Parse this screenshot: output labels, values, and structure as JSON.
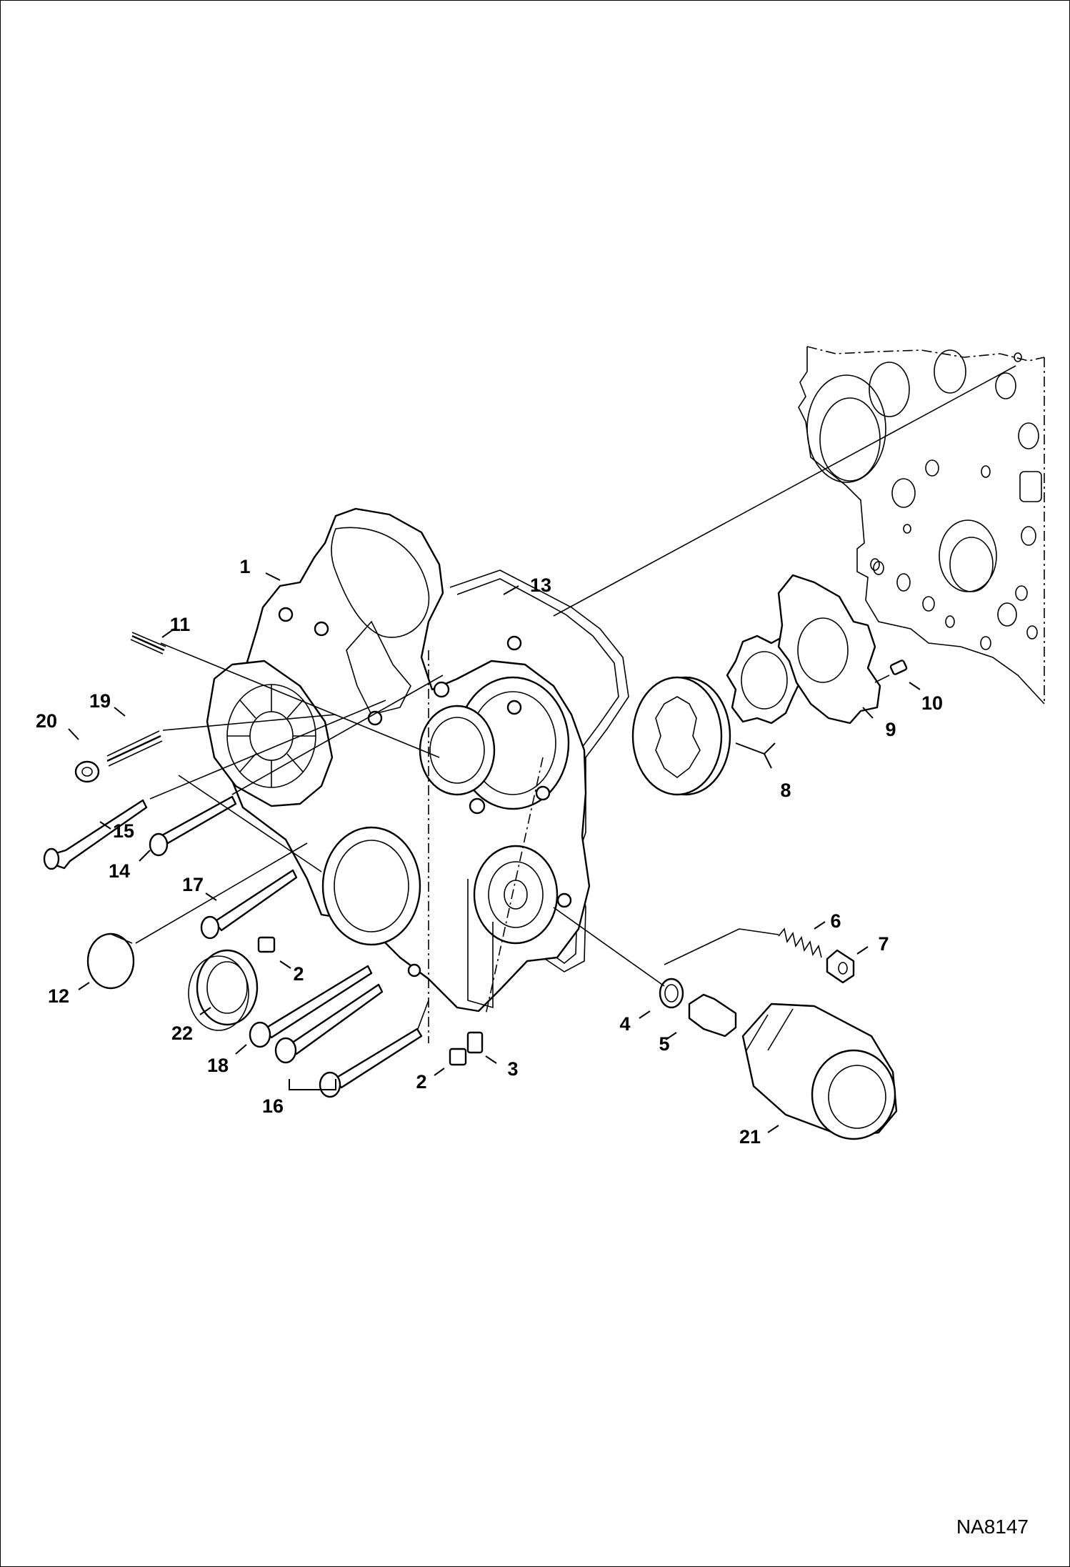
{
  "figure_id": "NA8147",
  "callouts": [
    {
      "id": "c1",
      "label": "1"
    },
    {
      "id": "c2a",
      "label": "2"
    },
    {
      "id": "c2b",
      "label": "2"
    },
    {
      "id": "c3",
      "label": "3"
    },
    {
      "id": "c4",
      "label": "4"
    },
    {
      "id": "c5",
      "label": "5"
    },
    {
      "id": "c6",
      "label": "6"
    },
    {
      "id": "c7",
      "label": "7"
    },
    {
      "id": "c8",
      "label": "8"
    },
    {
      "id": "c9",
      "label": "9"
    },
    {
      "id": "c10",
      "label": "10"
    },
    {
      "id": "c11",
      "label": "11"
    },
    {
      "id": "c12",
      "label": "12"
    },
    {
      "id": "c13",
      "label": "13"
    },
    {
      "id": "c14",
      "label": "14"
    },
    {
      "id": "c15",
      "label": "15"
    },
    {
      "id": "c16",
      "label": "16"
    },
    {
      "id": "c17",
      "label": "17"
    },
    {
      "id": "c18",
      "label": "18"
    },
    {
      "id": "c19",
      "label": "19"
    },
    {
      "id": "c20",
      "label": "20"
    },
    {
      "id": "c21",
      "label": "21"
    },
    {
      "id": "c22",
      "label": "22"
    }
  ]
}
